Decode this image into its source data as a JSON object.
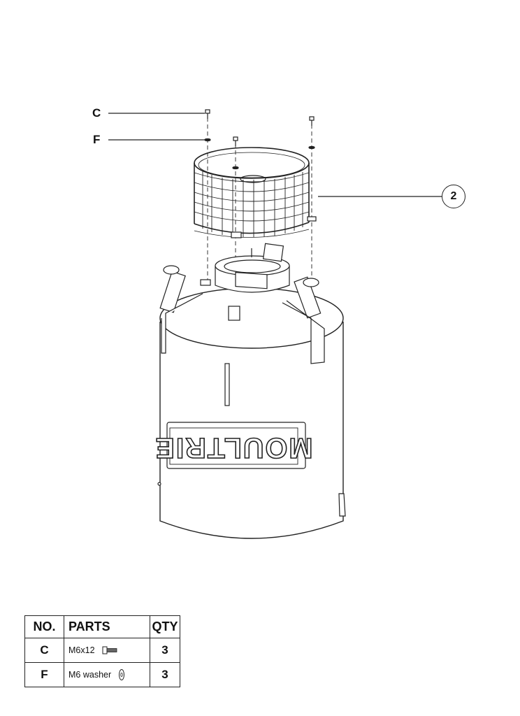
{
  "callouts": {
    "bolt": "C",
    "washer": "F",
    "cage": "2"
  },
  "brand": "MOULTRIE",
  "table": {
    "headers": {
      "no": "NO.",
      "parts": "PARTS",
      "qty": "QTY"
    },
    "rows": [
      {
        "no": "C",
        "part": "M6x12",
        "qty": "3",
        "icon": "bolt-icon"
      },
      {
        "no": "F",
        "part": "M6 washer",
        "qty": "3",
        "icon": "washer-icon"
      }
    ]
  }
}
